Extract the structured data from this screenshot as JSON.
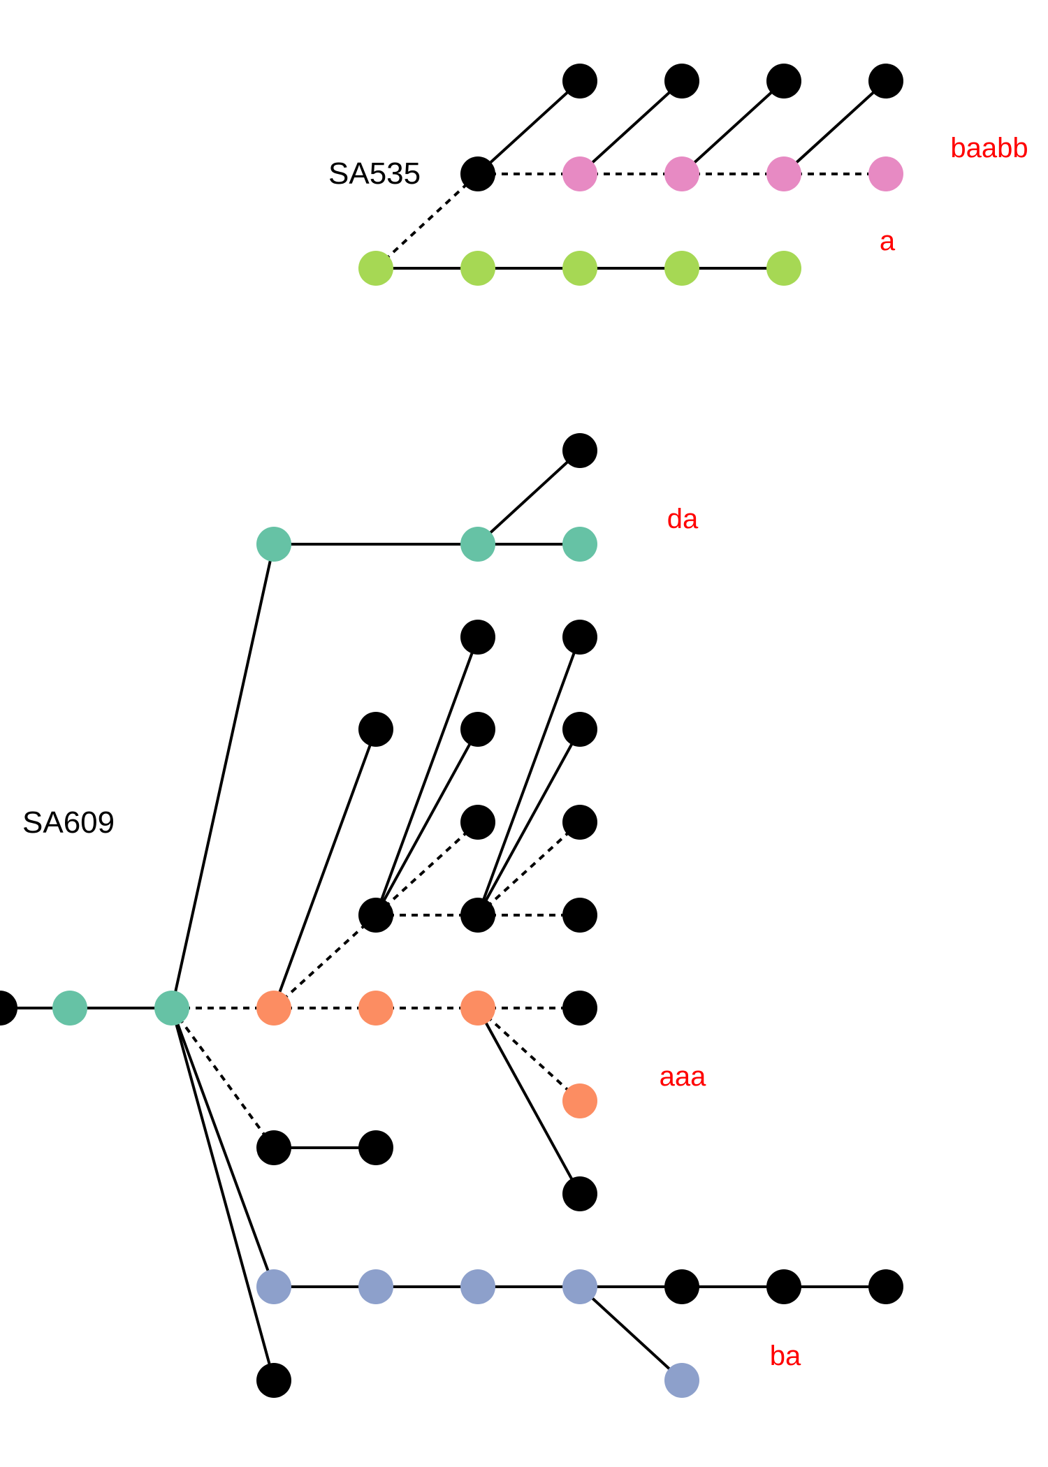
{
  "colors": {
    "black": "#000000",
    "green": "#a6d854",
    "pink": "#e78ac3",
    "teal": "#66c2a5",
    "orange": "#fc8d62",
    "blue": "#8da0cb",
    "label": "#ff0000"
  },
  "trees": [
    {
      "id": "sa535",
      "label": "SA535"
    },
    {
      "id": "sa609",
      "label": "SA609"
    }
  ],
  "node_labels": {
    "pink_end": "baabb",
    "green_end": "a",
    "teal_end": "da",
    "orange_end": "aaa",
    "blue_end": "ba"
  }
}
